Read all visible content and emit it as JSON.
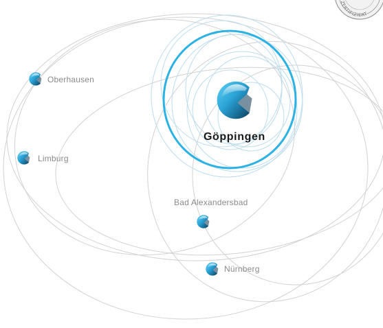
{
  "diagram": {
    "hub": {
      "name": "Göppingen",
      "icon": "brand-logo-icon"
    },
    "locations": [
      {
        "name": "Oberhausen",
        "icon": "brand-logo-icon"
      },
      {
        "name": "Limburg",
        "icon": "brand-logo-icon"
      },
      {
        "name": "Bad Alexandersbad",
        "icon": "brand-logo-icon"
      },
      {
        "name": "Nürnberg",
        "icon": "brand-logo-icon"
      }
    ],
    "seal": {
      "text": "ZERTIFIZIERT",
      "icon": "certification-seal-icon"
    }
  },
  "colors": {
    "accent": "#2bb1e3",
    "logo_dark": "#0f4f73",
    "logo_light": "#38b9ea",
    "orbit_gray": "#cfcfcf",
    "orbit_light_blue": "#b9dcee",
    "label_gray": "#8a8a8a",
    "hub_label": "#1a1a1a"
  }
}
